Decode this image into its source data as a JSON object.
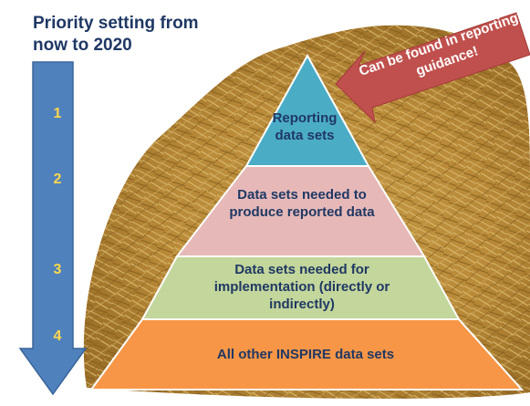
{
  "title": "Priority setting from now to 2020",
  "priority_numbers": [
    "1",
    "2",
    "3",
    "4"
  ],
  "tiers": [
    {
      "label": "Reporting data sets",
      "color": "#4bacc6"
    },
    {
      "label": "Data sets needed to produce reported data",
      "color": "#e6b9b8"
    },
    {
      "label": "Data sets needed for implementation (directly or indirectly)",
      "color": "#c3d69b"
    },
    {
      "label": "All other INSPIRE data sets",
      "color": "#f79646"
    }
  ],
  "callout": {
    "text": "Can be found in reporting* guidance!",
    "color": "#c0504d"
  },
  "arrow_color": "#4f81bd",
  "background_image": "hay-pile"
}
